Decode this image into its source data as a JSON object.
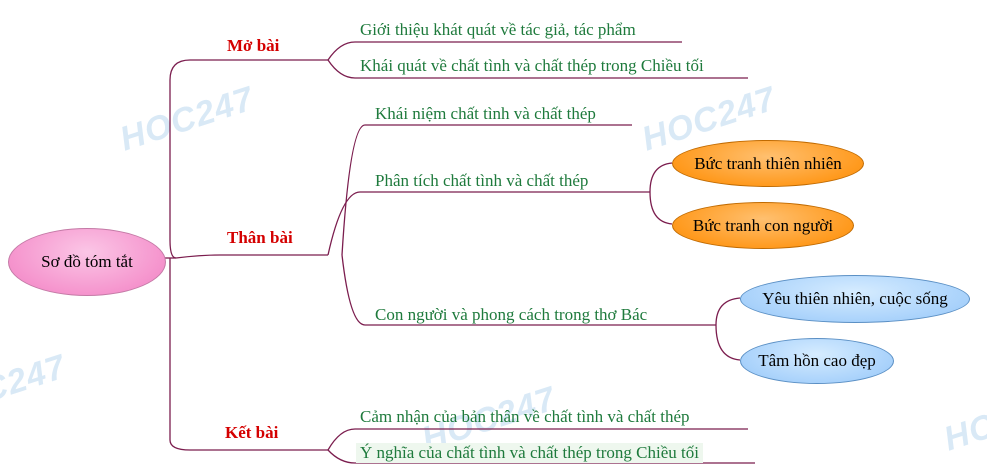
{
  "root": {
    "label": "Sơ đồ tóm tắt"
  },
  "watermark": "HOC247",
  "sections": [
    {
      "id": "mo-bai",
      "label": "Mở bài",
      "items": [
        "Giới thiệu khát quát về tác giả, tác phẩm",
        "Khái quát về chất tình và chất thép trong Chiều tối"
      ]
    },
    {
      "id": "than-bai",
      "label": "Thân bài",
      "items": [
        "Khái niệm chất tình và chất thép",
        "Phân tích chất tình và chất thép",
        "Con người và phong cách trong thơ Bác"
      ],
      "sub_phan_tich": [
        "Bức tranh thiên nhiên",
        "Bức tranh con người"
      ],
      "sub_con_nguoi": [
        "Yêu thiên nhiên, cuộc sống",
        "Tâm hồn cao đẹp"
      ]
    },
    {
      "id": "ket-bai",
      "label": "Kết bài",
      "items": [
        "Cảm nhận của bản thân về chất tình và chất thép",
        "Ý nghĩa của chất tình và chất thép trong Chiều tối"
      ]
    }
  ],
  "colors": {
    "connector": "#7b1d4e",
    "section_text": "#d40000",
    "leaf_text": "#1e7a3c",
    "root_fill": "#f594cd",
    "orange_fill": "#ff9a1e",
    "blue_fill": "#a9d2fb"
  }
}
